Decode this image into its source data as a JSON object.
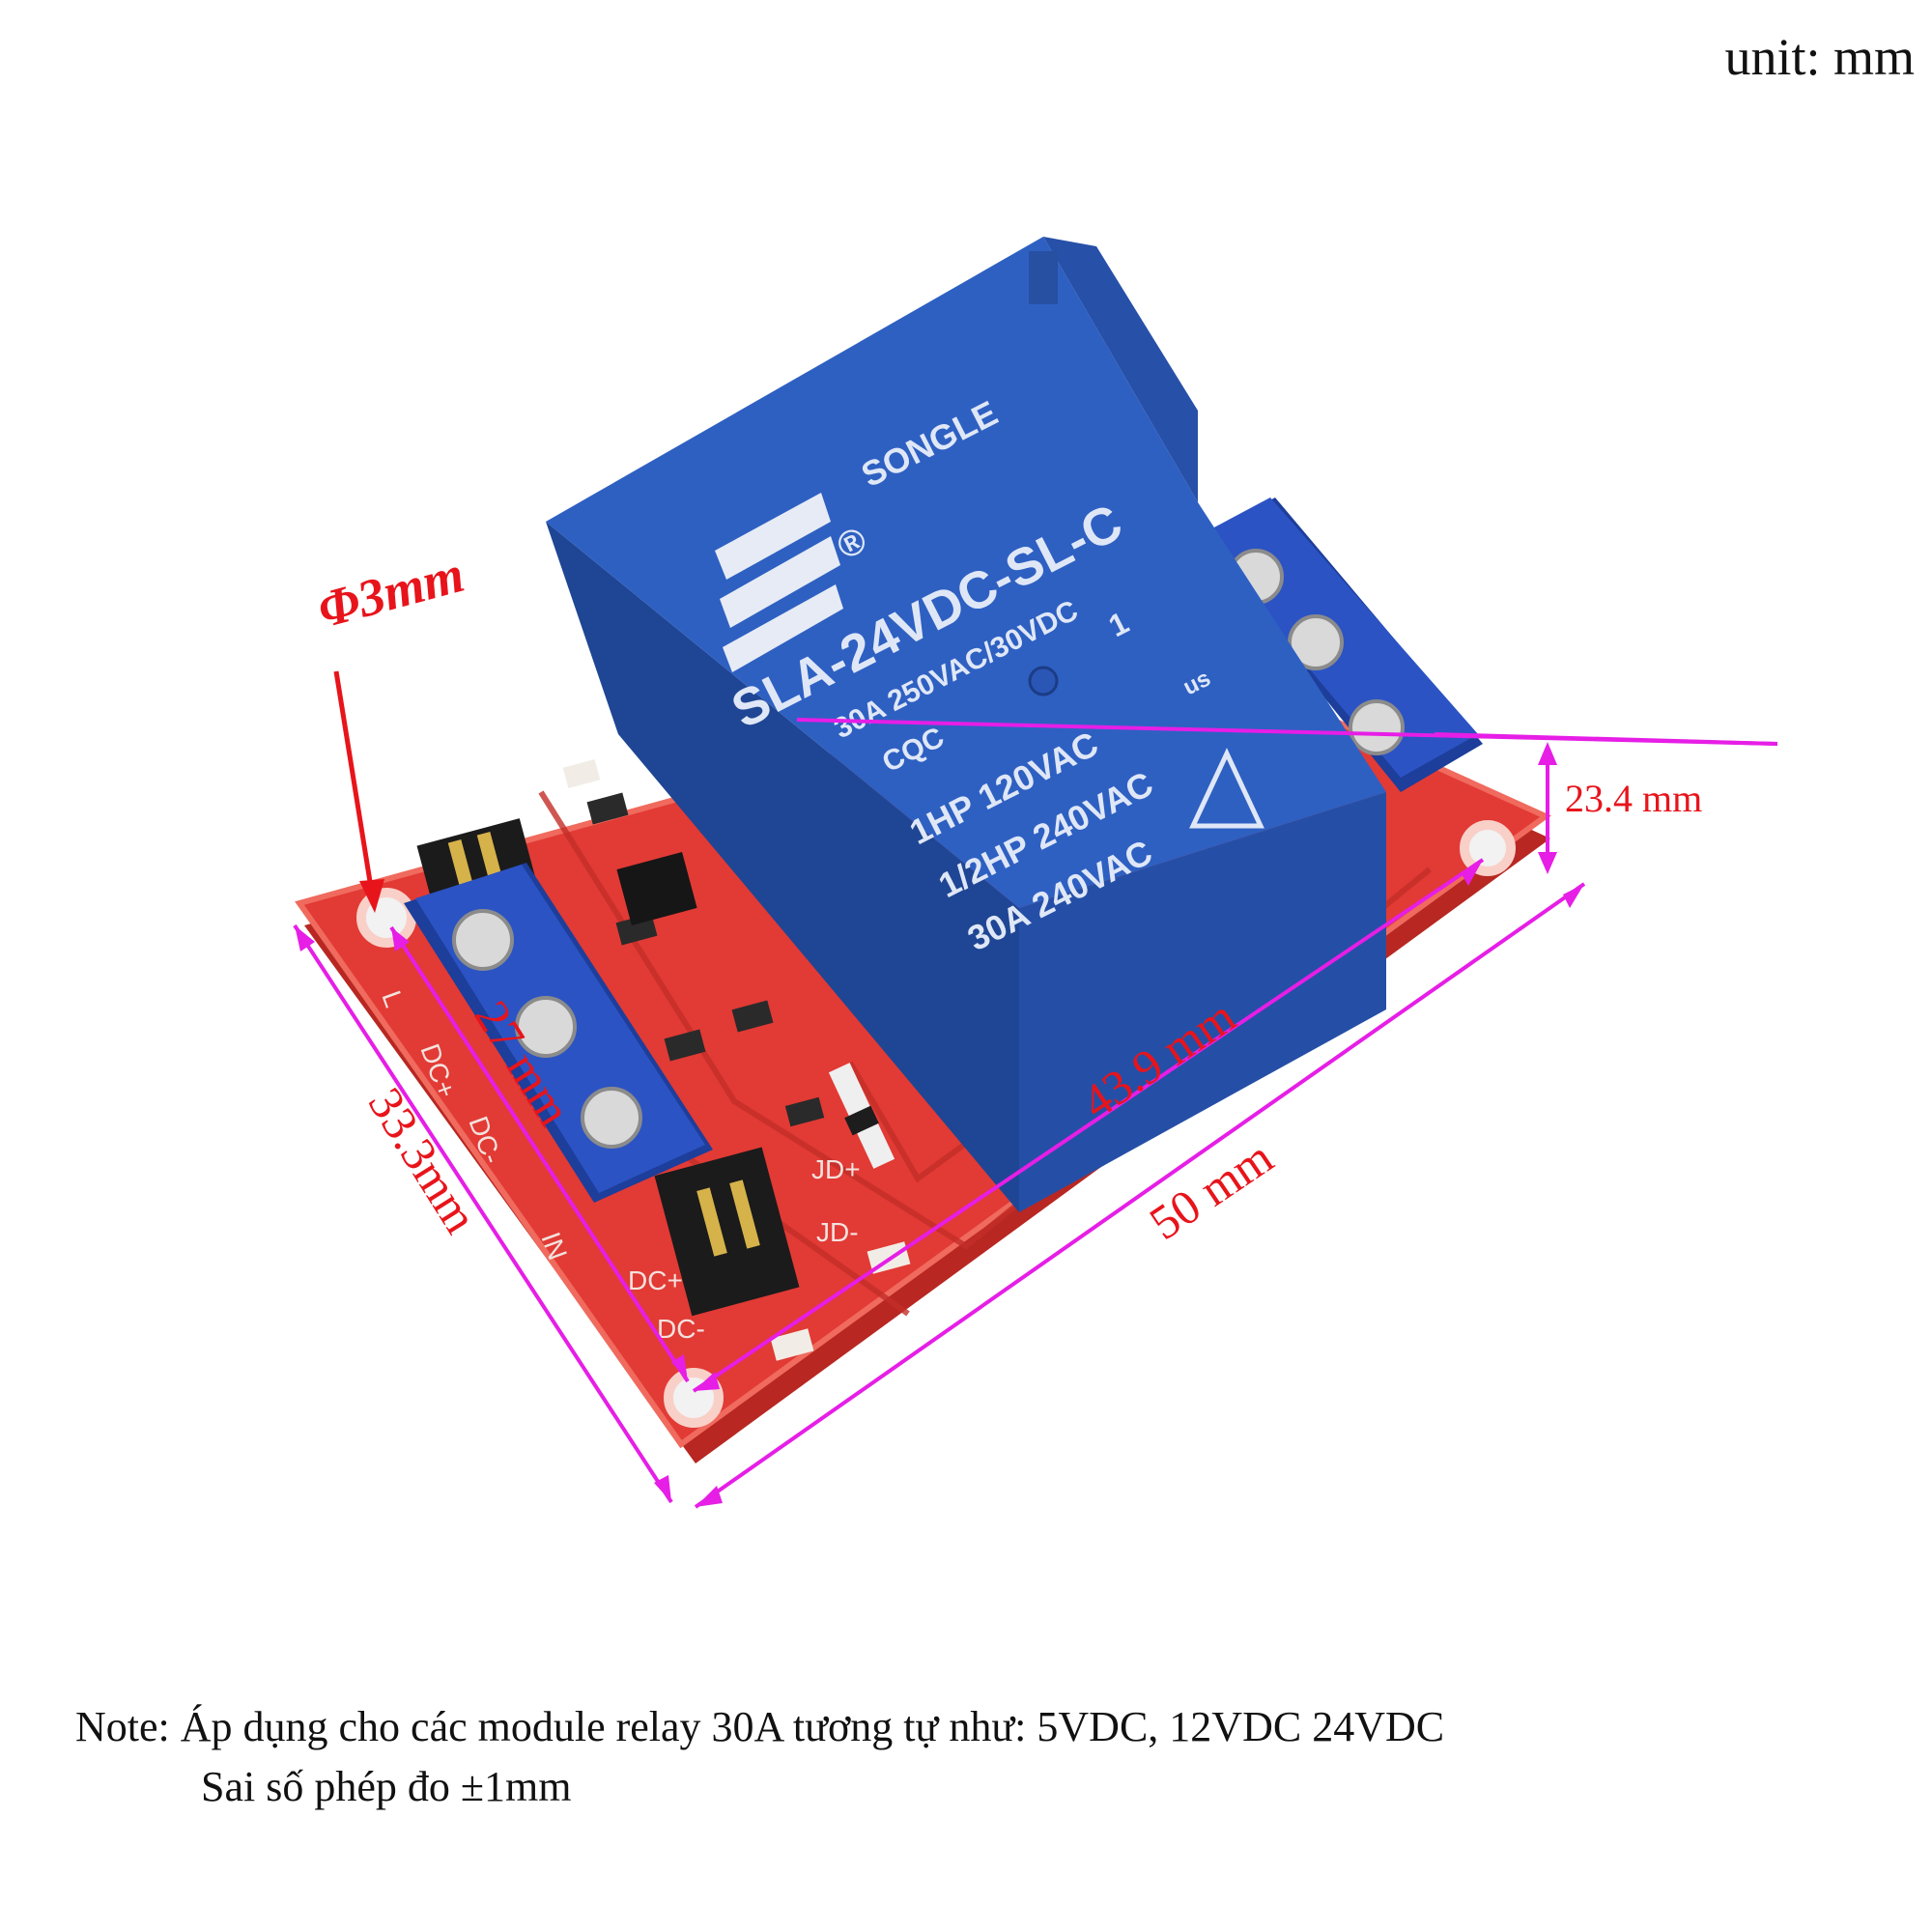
{
  "unit_label": "unit: mm",
  "note": {
    "line1": "Note: Áp dụng cho các module relay 30A tương tự như: 5VDC, 12VDC 24VDC",
    "line2": "Sai số phép đo ±1mm"
  },
  "dimensions": {
    "hole": "Φ3mm",
    "height": "23.4 mm",
    "width_hole": "43.9 mm",
    "length": "50 mm",
    "depth_hole": "27 mm",
    "depth": "33.3mm"
  },
  "relay": {
    "brand": "SONGLE",
    "registered": "®",
    "model": "SLA-24VDC-SL-C",
    "pin": "1",
    "rating_line1": "30A 250VAC/30VDC",
    "cqc": "CQC",
    "us": "us",
    "rating_line2": "1HP 120VAC",
    "rating_line3": "1/2HP 240VAC",
    "rating_line4": "30A 240VAC"
  },
  "pcb_labels": {
    "l": "L",
    "dc_plus": "DC+",
    "dc_minus": "DC-",
    "in": "IN",
    "dc_plus_2": "DC+",
    "dc_minus_2": "DC-",
    "jd_plus": "JD+",
    "jd_minus": "JD-"
  },
  "colors": {
    "pcb": "#e23a35",
    "relay": "#2a5bb8",
    "terminal": "#2b53c4",
    "dimension_line": "#e61ee6",
    "dimension_text": "#e8141b"
  }
}
